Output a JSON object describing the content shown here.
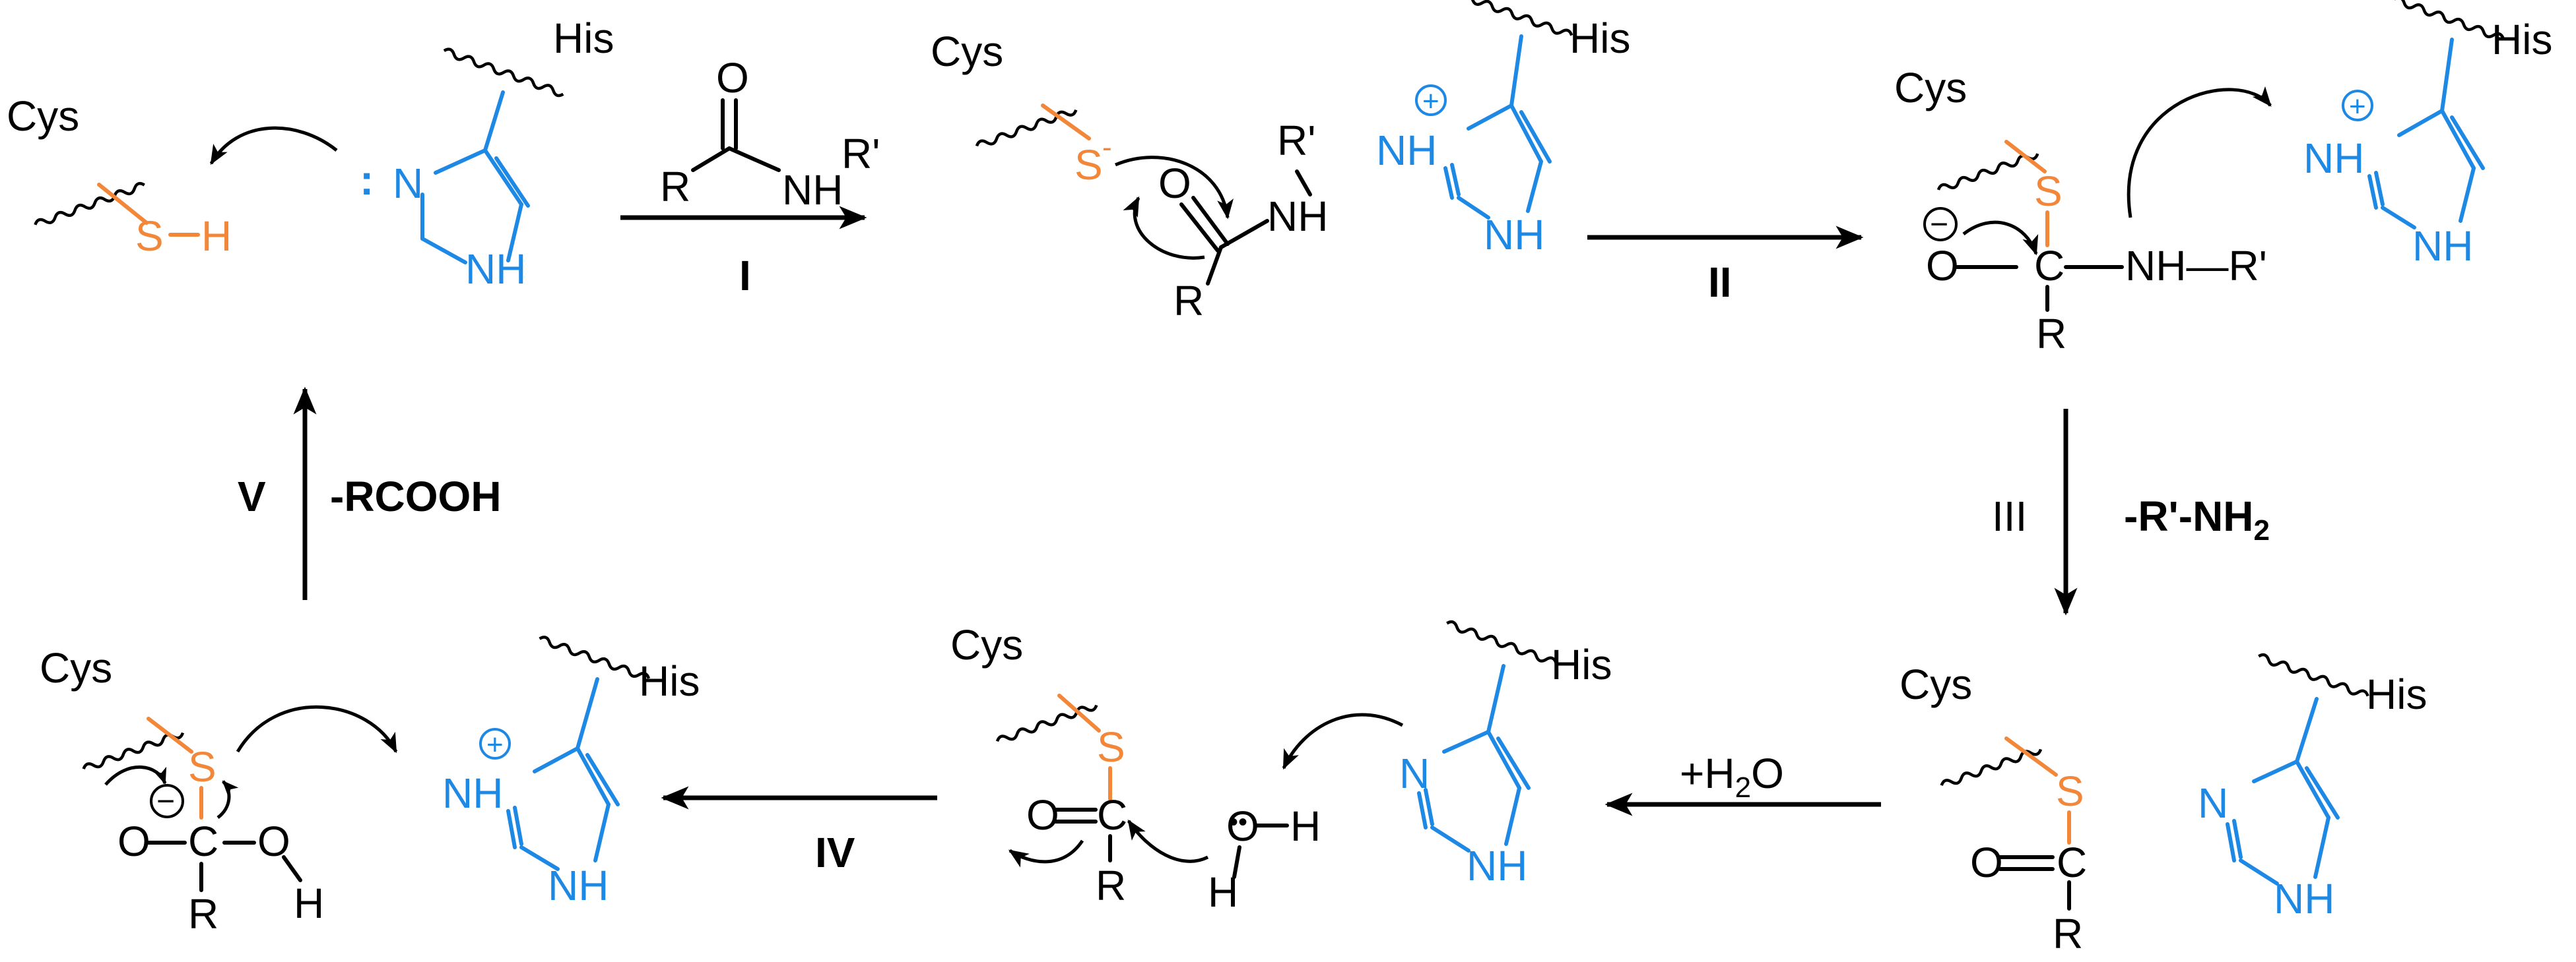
{
  "labels": {
    "cys": "Cys",
    "his": "His",
    "s": "S",
    "s_minus": "S",
    "minus_sup": "-",
    "h": "H",
    "n": "N",
    "nh": "NH",
    "r": "R",
    "r_prime": "R'",
    "o": "O",
    "c": "C",
    "nh_r_prime": "NH—R'",
    "oh_h": "H",
    "plus": "+",
    "minus": "−",
    "lone_pair": ":",
    "dots": "••"
  },
  "steps": {
    "i": "I",
    "ii": "II",
    "iii": "III",
    "iv": "IV",
    "v": "V",
    "minus_r_nh2": "-R'-NH",
    "sub2": "2",
    "plus_h2o_a": "+H",
    "plus_h2o_b": "2",
    "plus_h2o_c": "O",
    "minus_rcooh": "-RCOOH"
  },
  "colors": {
    "black": "#000000",
    "blue": "#1E88E5",
    "orange": "#F2873A"
  }
}
